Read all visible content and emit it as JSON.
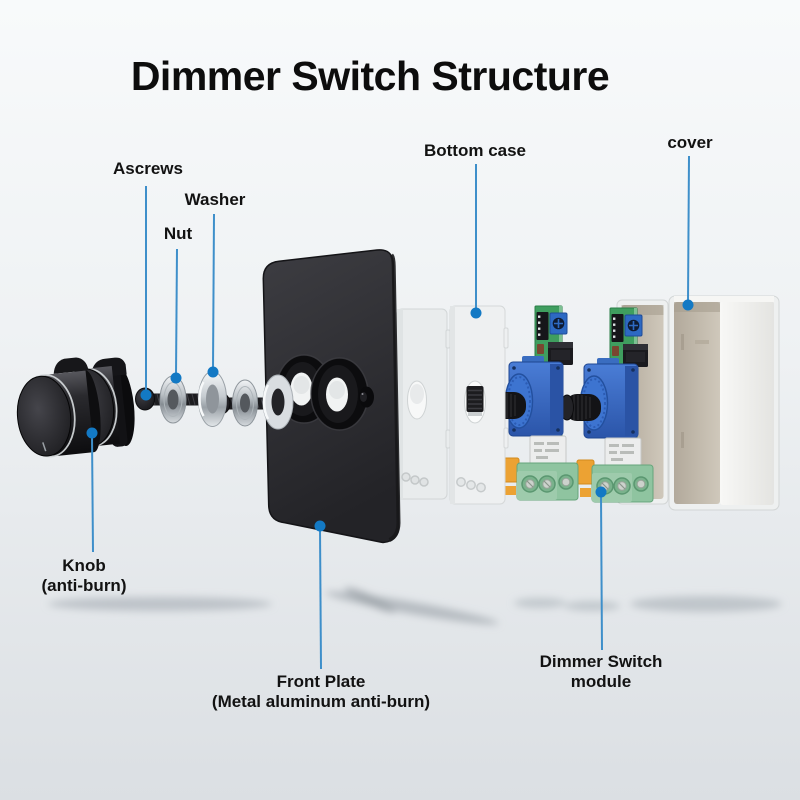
{
  "title": "Dimmer Switch Structure",
  "labels": {
    "ascrews": "Ascrews",
    "washer": "Washer",
    "nut": "Nut",
    "bottom_case": "Bottom case",
    "cover": "cover",
    "knob": {
      "line1": "Knob",
      "line2": "(anti-burn)"
    },
    "front_plate": {
      "line1": "Front Plate",
      "line2": "(Metal aluminum anti-burn)"
    },
    "dimmer_module": {
      "line1": "Dimmer Switch",
      "line2": "module"
    }
  },
  "colors": {
    "leader_line": "#3e8fca",
    "dot": "#1379c4",
    "title_color": "#0d0d0d",
    "label_color": "#121212",
    "bg_top": "#f8fafb",
    "bg_bottom": "#dbdfe3",
    "plate": "#2e2e31",
    "pcb": "#3f9e5f",
    "pot": "#3a6fc8",
    "terminal": "#8fc4a0",
    "orange": "#eca233",
    "cover_inner": "#bdb4a6",
    "case_white": "#eef0f0"
  }
}
